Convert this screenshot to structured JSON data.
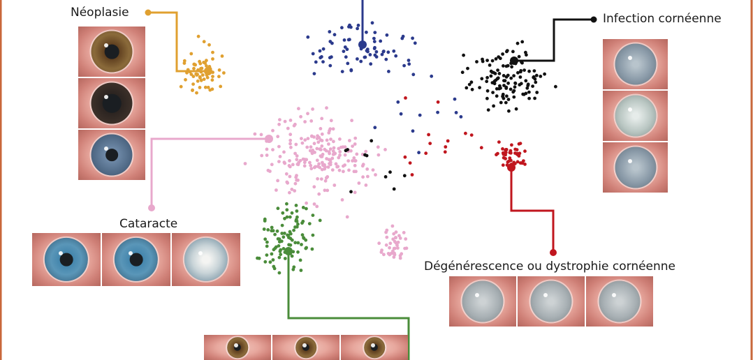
{
  "labels": {
    "neoplasia": "Néoplasie",
    "infection": "Infection cornéenne",
    "cataract": "Cataracte",
    "degeneration": "Dégénérescence ou dystrophie cornéenne"
  },
  "colors": {
    "neoplasia": "#e0a030",
    "infection": "#111111",
    "cataract": "#e8a8cc",
    "degeneration": "#c0161e",
    "green": "#4a8c3a",
    "blue": "#2b3a8c",
    "border": "#c8673a"
  },
  "photo_groups": {
    "neoplasia": [
      "brown-iris",
      "dark-iris",
      "blue-iris"
    ],
    "infection": [
      "cloudy-gray",
      "cloudy-white",
      "cloudy-gray"
    ],
    "cataract": [
      "blue-clear",
      "blue-clear",
      "white-opacity"
    ],
    "degeneration": [
      "hazy-gray",
      "hazy-gray",
      "hazy-gray"
    ],
    "green": [
      "brown-iris",
      "brown-iris",
      "brown-iris"
    ]
  }
}
